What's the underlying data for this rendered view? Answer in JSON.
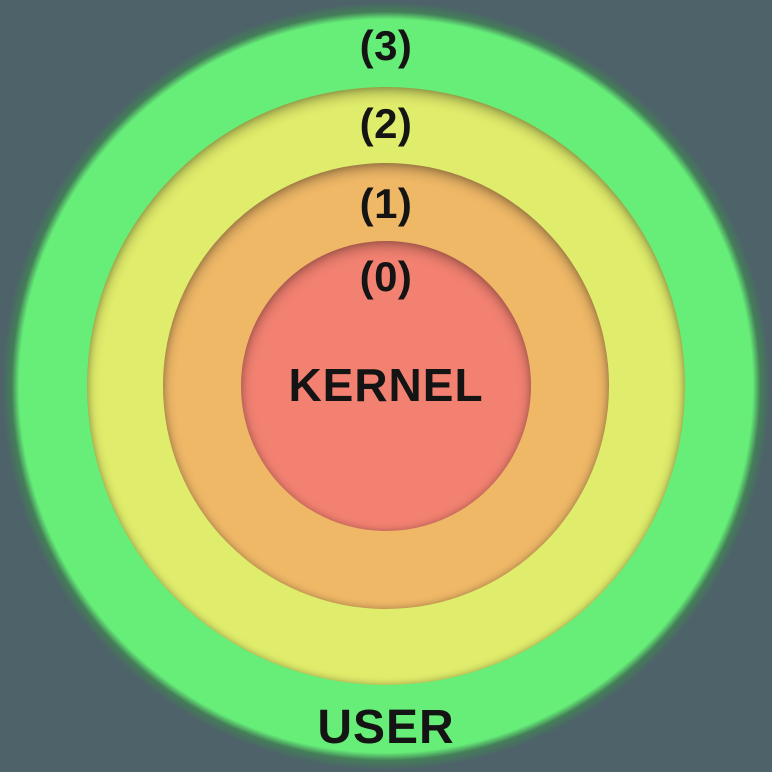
{
  "background_color": "#4D6269",
  "text_color": "#141414",
  "rings": [
    {
      "id": "ring-3",
      "label": "(3)",
      "color": "#66EE78"
    },
    {
      "id": "ring-2",
      "label": "(2)",
      "color": "#E0EC6B"
    },
    {
      "id": "ring-1",
      "label": "(1)",
      "color": "#EFB867"
    },
    {
      "id": "ring-0",
      "label": "(0)",
      "color": "#F28171"
    }
  ],
  "center_label": "KERNEL",
  "outer_label": "USER"
}
